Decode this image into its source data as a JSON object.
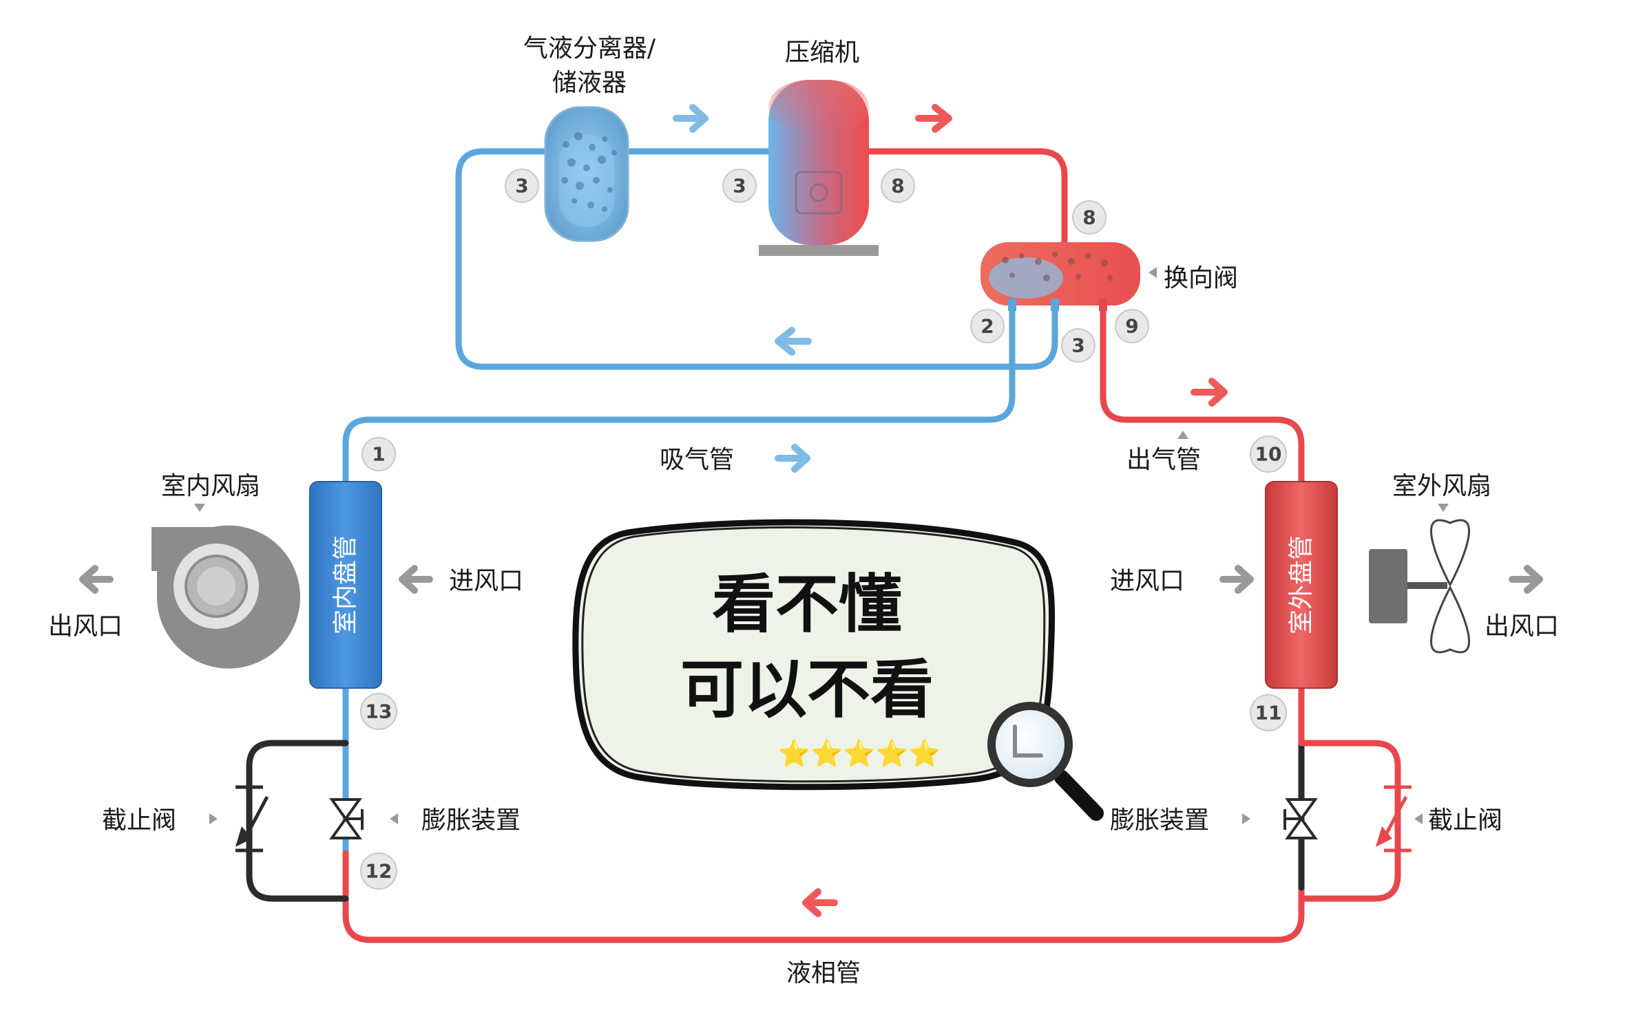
{
  "labels": {
    "separator_l1": "气液分离器/",
    "separator_l2": "储液器",
    "compressor": "压缩机",
    "reversing_valve": "换向阀",
    "suction_pipe": "吸气管",
    "discharge_pipe": "出气管",
    "liquid_pipe": "液相管",
    "indoor_fan": "室内风扇",
    "outdoor_fan": "室外风扇",
    "indoor_coil": "室内盘管",
    "outdoor_coil": "室外盘管",
    "air_in_left": "进风口",
    "air_in_right": "进风口",
    "air_out_left": "出风口",
    "air_out_right": "出风口",
    "stop_valve_left": "截止阀",
    "stop_valve_right": "截止阀",
    "expansion_left": "膨胀装置",
    "expansion_right": "膨胀装置"
  },
  "nodes": {
    "n_sep": "3",
    "n_comp_in": "3",
    "n_comp_out": "8",
    "n_rv_in": "8",
    "n_rv_2": "2",
    "n_rv_3": "3",
    "n_rv_9": "9",
    "n_1": "1",
    "n_10": "10",
    "n_11": "11",
    "n_12": "12",
    "n_13": "13"
  },
  "bubble": {
    "line1": "看不懂",
    "line2": "可以不看",
    "stars": "⭐⭐⭐⭐⭐"
  },
  "colors": {
    "cold": "#5aa6dd",
    "hot": "#e8484b",
    "dark": "#2b2b2b"
  }
}
